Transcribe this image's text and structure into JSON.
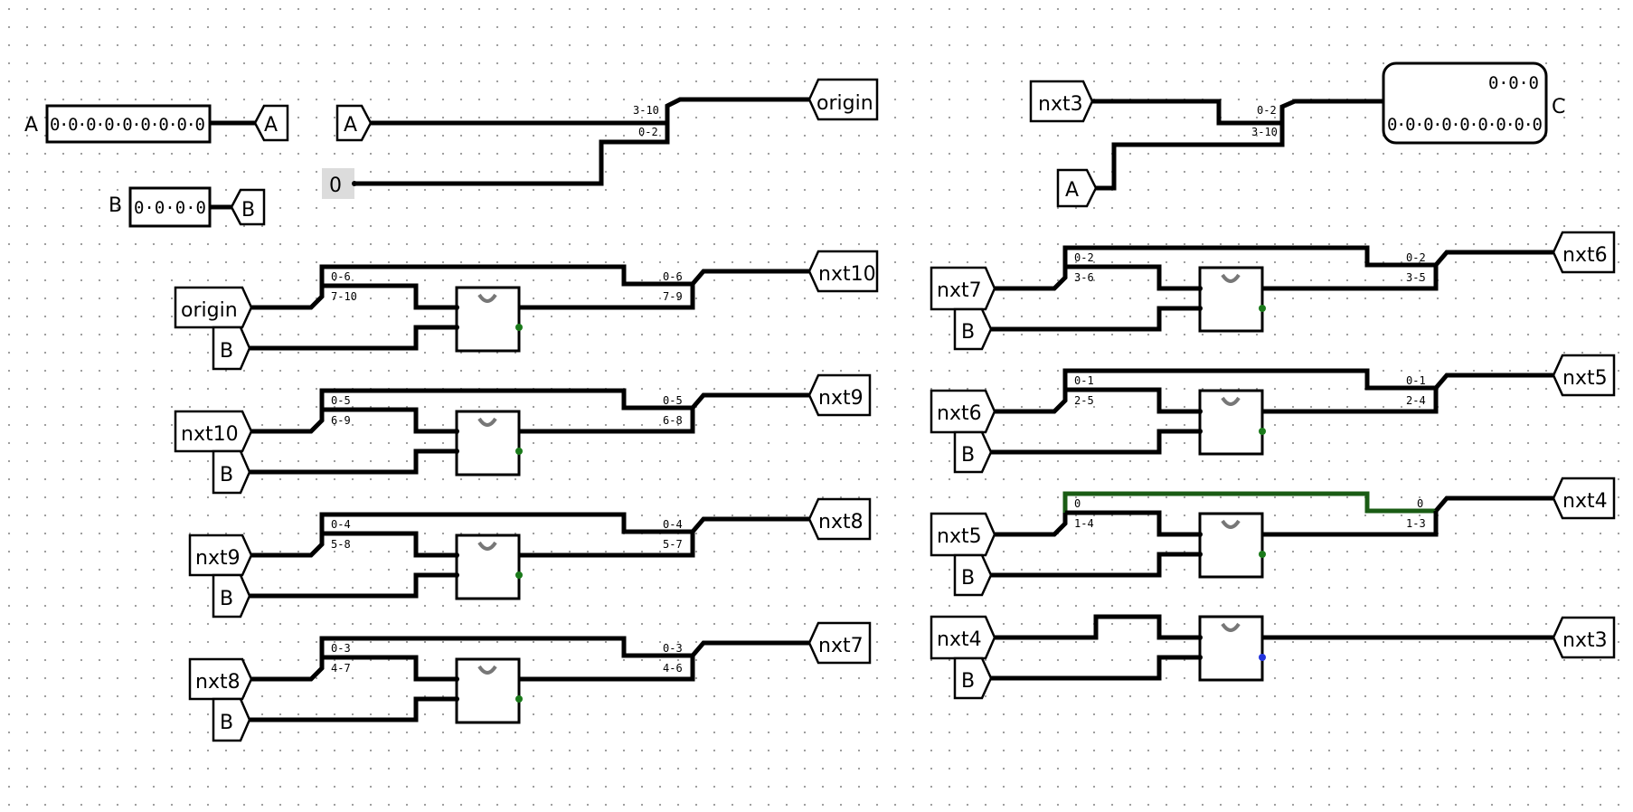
{
  "input_pins": [
    {
      "name": "A",
      "bits": "0·0·0·0·0·0·0·0·0"
    },
    {
      "name": "B",
      "bits": "0·0·0·0"
    }
  ],
  "output_pin": {
    "name": "C",
    "bits_top": "0·0·0",
    "bits_bottom": "0·0·0·0·0·0·0·0·0"
  },
  "constant": "0",
  "tunnels": {
    "A": "A",
    "B": "B",
    "origin": "origin",
    "nxt3": "nxt3",
    "nxt4": "nxt4",
    "nxt5": "nxt5",
    "nxt6": "nxt6",
    "nxt7": "nxt7",
    "nxt8": "nxt8",
    "nxt9": "nxt9",
    "nxt10": "nxt10"
  },
  "splitter_labels": {
    "origin": [
      "3-10",
      "0-2"
    ],
    "C": [
      "0-2",
      "3-10"
    ],
    "s10": [
      "0-6",
      "7-10",
      "0-6",
      "7-9"
    ],
    "s9": [
      "0-5",
      "6-9",
      "0-5",
      "6-8"
    ],
    "s8": [
      "0-4",
      "5-8",
      "0-4",
      "5-7"
    ],
    "s7": [
      "0-3",
      "4-7",
      "0-3",
      "4-6"
    ],
    "s6": [
      "0-2",
      "3-6",
      "0-2",
      "3-5"
    ],
    "s5": [
      "0-1",
      "2-5",
      "0-1",
      "2-4"
    ],
    "s4": [
      "0",
      "1-4",
      "0",
      "1-3"
    ]
  },
  "colors": {
    "wire": "#000000",
    "active_wire": "#1a5c14",
    "port_dot": "#1a7a1a",
    "unknown_dot": "#2233dd",
    "grid_dot": "#9a9a9a"
  }
}
